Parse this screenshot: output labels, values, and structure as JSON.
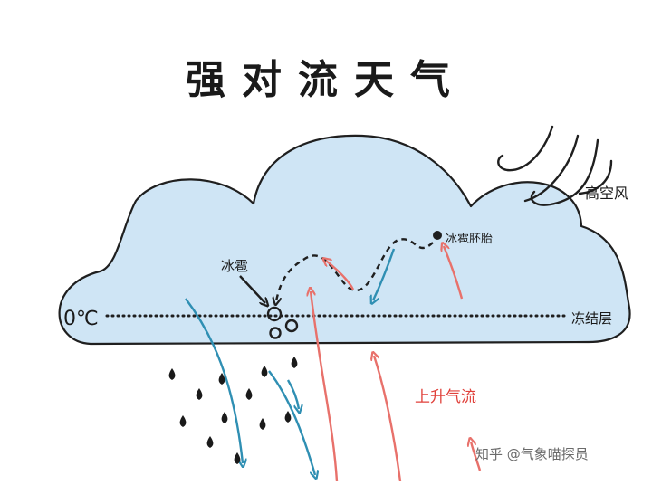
{
  "title": "强对流天气",
  "labels": {
    "zero_c": "0℃",
    "freezing_level": "冻结层",
    "hail": "冰雹",
    "hail_embryo": "冰雹胚胎",
    "high_wind": "高空风",
    "updraft": "上升气流"
  },
  "watermark": "知乎 @气象喵探员",
  "colors": {
    "cloud_fill": "#cfe5f5",
    "outline": "#1f1f1f",
    "updraft": "#e8716b",
    "downdraft": "#2f8fb3",
    "updraft_text": "#e0413b"
  }
}
